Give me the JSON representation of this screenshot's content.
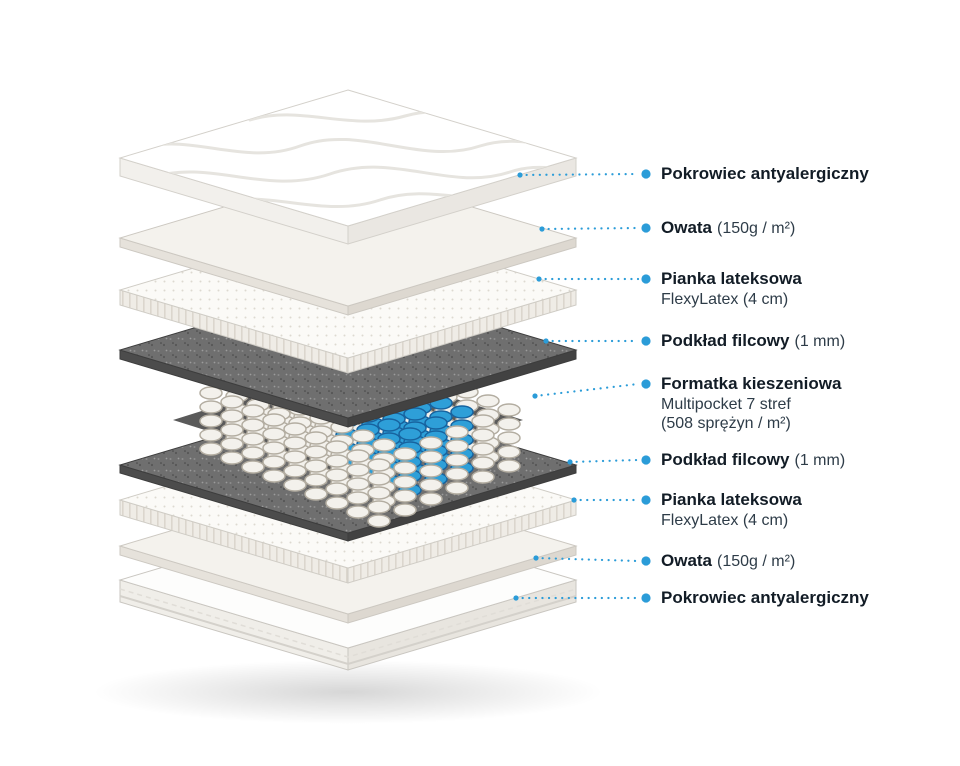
{
  "page": {
    "background": "#ffffff"
  },
  "diagram": {
    "accent_color": "#2b9cd8",
    "spring_color": "#2e9fd8",
    "spring_stroke": "#17639f",
    "felt_color": "#6f6f6f",
    "labels": [
      {
        "title": "Pokrowiec antyalergiczny"
      },
      {
        "title": "Owata",
        "suffix": "(150g / m²)"
      },
      {
        "title": "Pianka lateksowa",
        "lines": [
          "FlexyLatex (4 cm)"
        ]
      },
      {
        "title": "Podkład filcowy",
        "suffix": "(1 mm)"
      },
      {
        "title": "Formatka kieszeniowa",
        "lines": [
          "Multipocket 7 stref",
          "(508 sprężyn / m²)"
        ]
      },
      {
        "title": "Podkład filcowy",
        "suffix": "(1 mm)"
      },
      {
        "title": "Pianka lateksowa",
        "lines": [
          "FlexyLatex (4 cm)"
        ]
      },
      {
        "title": "Owata",
        "suffix": "(150g / m²)"
      },
      {
        "title": "Pokrowiec antyalergiczny"
      }
    ]
  }
}
